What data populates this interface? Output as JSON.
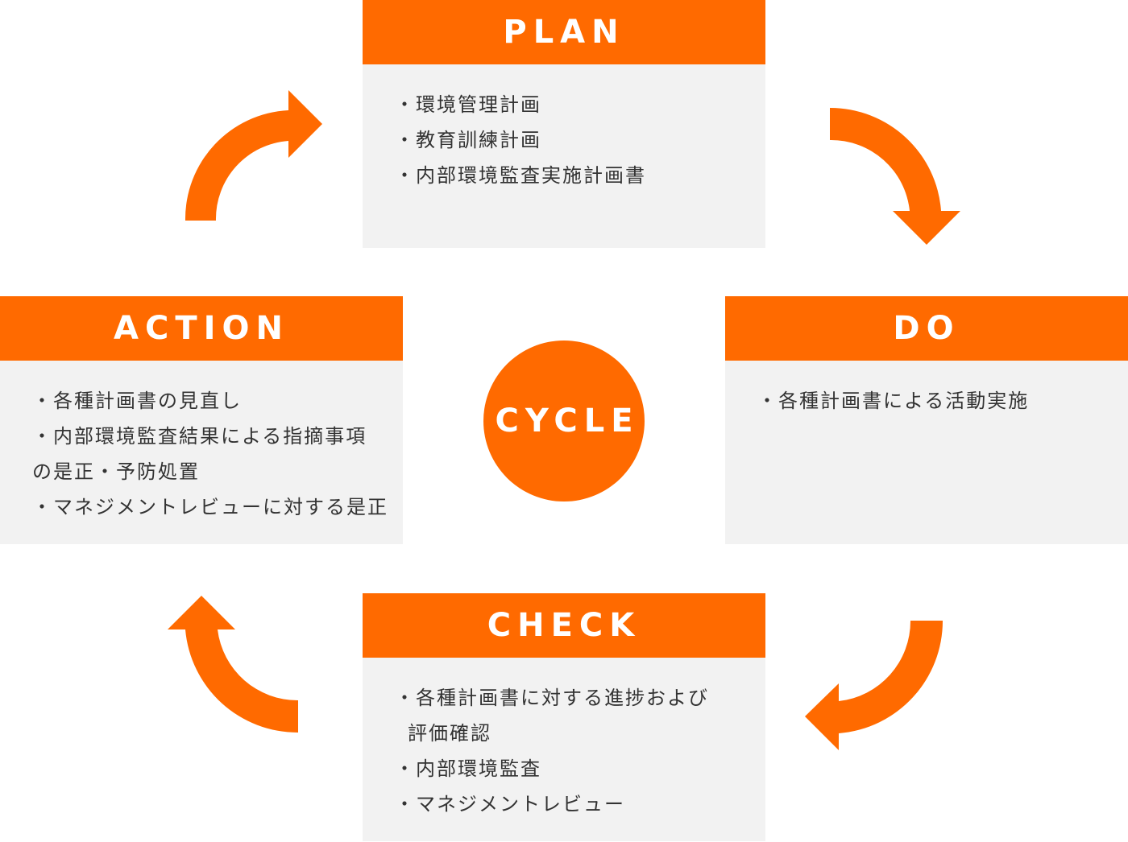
{
  "accent_color": "#ff6a00",
  "panel_color": "#f2f2f2",
  "center": {
    "label": "CYCLE"
  },
  "plan": {
    "title": "PLAN",
    "items": [
      "・環境管理計画",
      "・教育訓練計画",
      "・内部環境監査実施計画書"
    ]
  },
  "do": {
    "title": "DO",
    "items": [
      "・各種計画書による活動実施"
    ]
  },
  "check": {
    "title": "CHECK",
    "items": [
      "・各種計画書に対する進捗および",
      "評価確認",
      "・内部環境監査",
      "・マネジメントレビュー"
    ]
  },
  "action": {
    "title": "ACTION",
    "items": [
      "・各種計画書の見直し",
      "・内部環境監査結果による指摘事項",
      "の是正・予防処置",
      "・マネジメントレビューに対する是正"
    ]
  }
}
